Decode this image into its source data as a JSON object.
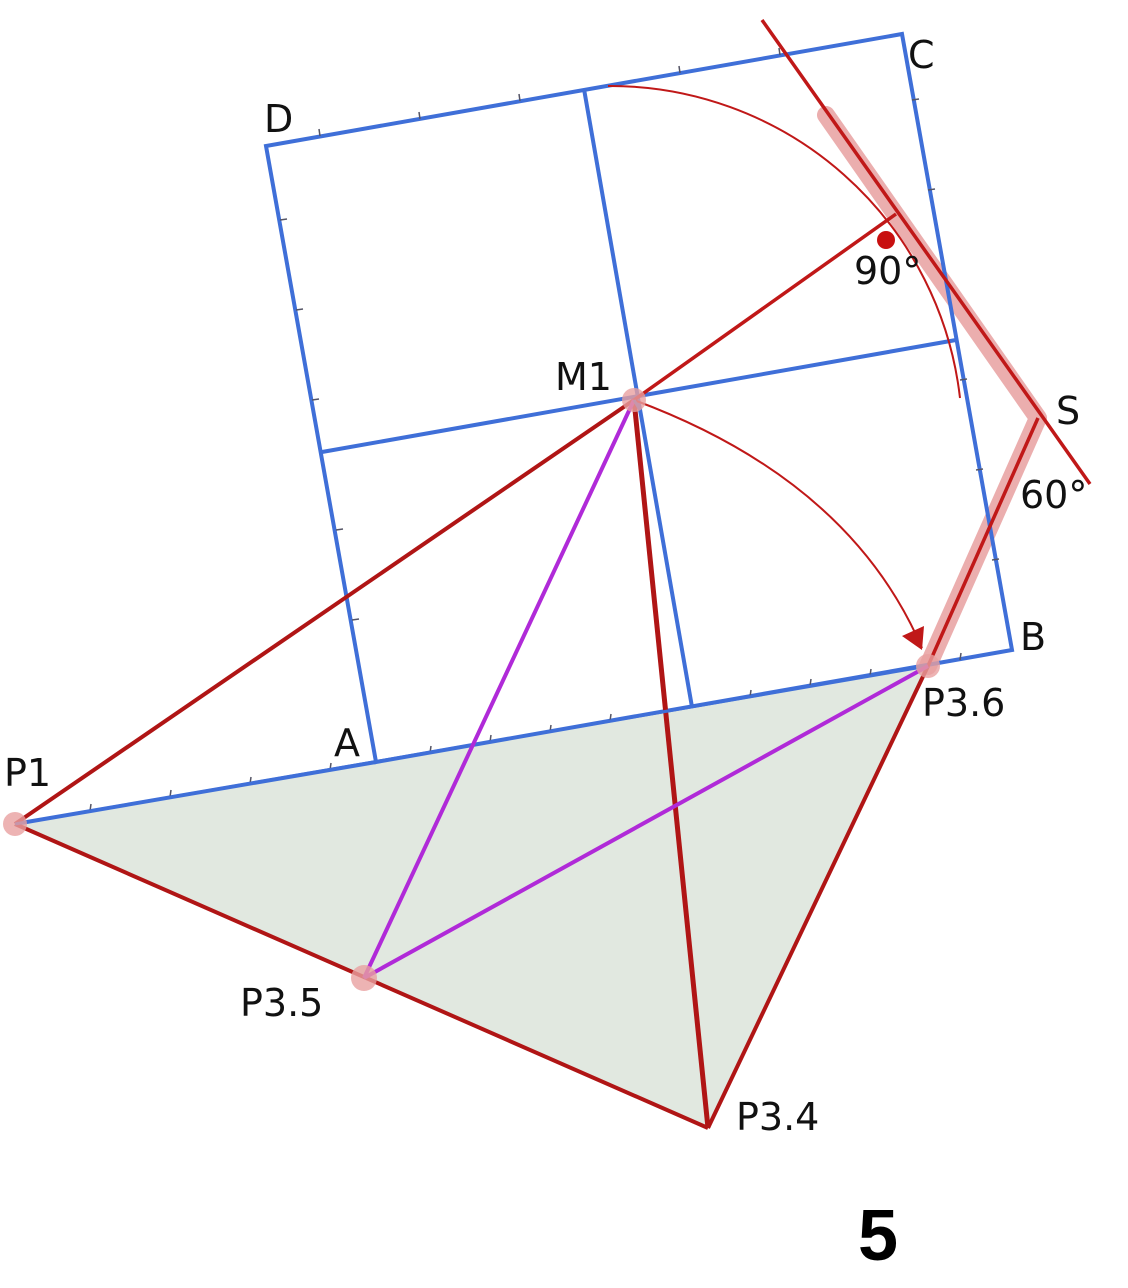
{
  "labels": {
    "a": "A",
    "b": "B",
    "c": "C",
    "d": "D",
    "m1": "M1",
    "s": "S",
    "p1": "P1",
    "p34": "P3.4",
    "p35": "P3.5",
    "p36": "P3.6",
    "angle_right": "90°",
    "angle_sixty": "60°"
  },
  "figure_number": "5",
  "colors": {
    "square": "#3f6fd8",
    "construction": "#c01818",
    "triangle_edge": "#b01515",
    "median": "#b02ad8",
    "fill": "#e1e8e0",
    "highlight": "#e8a0a0"
  }
}
